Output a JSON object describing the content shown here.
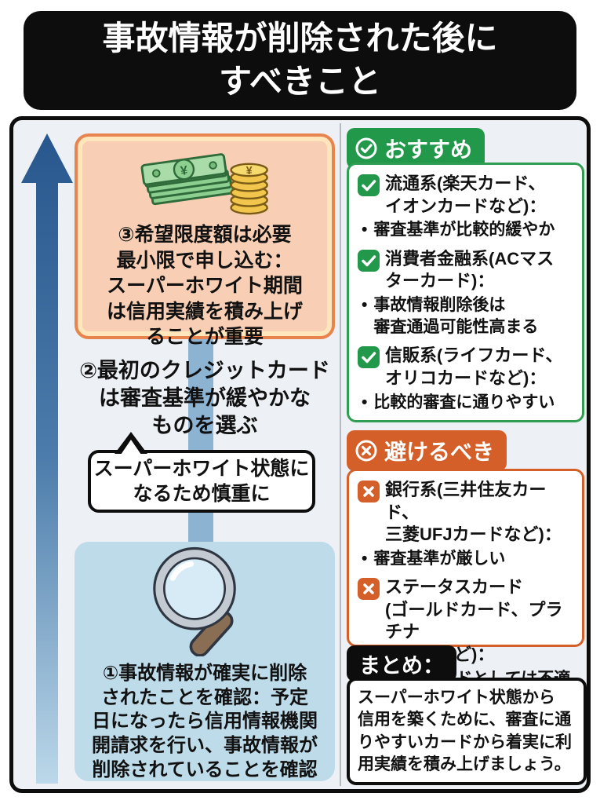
{
  "title": "事故情報が削除された後に\nすべきこと",
  "flow": {
    "direction_icon": "up-arrow-icon",
    "step3": {
      "icon": "money-icon",
      "text": "③希望限度額は必要\n最小限で申し込む：\nスーパーホワイト期間\nは信用実績を積み上げ\nることが重要"
    },
    "step2": {
      "text": "②最初のクレジットカード\nは審査基準が緩やかな\nものを選ぶ",
      "bubble": "スーパーホワイト状態に\nなるため慎重に"
    },
    "step1": {
      "icon": "magnifier-icon",
      "text": "①事故情報が確実に削除\nされたことを確認：予定\n日になったら信用情報機関\n開請求を行い、事故情報が\n削除されていることを確認"
    }
  },
  "recommend": {
    "title": "おすすめ",
    "header_icon": "circled-check-icon",
    "item_icon": "check-square-icon",
    "items": [
      {
        "label": "流通系(楽天カード、\nイオンカードなど)：",
        "note": "審査基準が比較的緩やか"
      },
      {
        "label": "消費者金融系(ACマス\nターカード)：",
        "note": "事故情報削除後は\n審査通過可能性高まる"
      },
      {
        "label": "信販系(ライフカード、\nオリコカードなど)：",
        "note": "比較的審査に通りやすい"
      }
    ]
  },
  "avoid": {
    "title": "避けるべき",
    "header_icon": "circled-x-icon",
    "item_icon": "x-square-icon",
    "items": [
      {
        "label": "銀行系(三井住友カード、\n三菱UFJカードなど)：",
        "note": "審査基準が厳しい"
      },
      {
        "label": "ステータスカード\n(ゴールドカード、プラチナ\nカードなど)：",
        "note": "最初のカードとしては不適"
      }
    ]
  },
  "summary": {
    "label": "まとめ：",
    "text": "スーパーホワイト状態から\n信用を築くために、審査に通\nりやすいカードから着実に利\n用実績を積み上げましょう。"
  },
  "colors": {
    "recommend_green": "#21984a",
    "avoid_orange": "#d55f28",
    "step3_peach": "#f8cfb5",
    "step1_lightblue": "#bedbe9",
    "arrow_dark_blue": "#27578d",
    "arrow_light_blue": "#bcd8ea",
    "header_black": "#0d0d0d"
  }
}
